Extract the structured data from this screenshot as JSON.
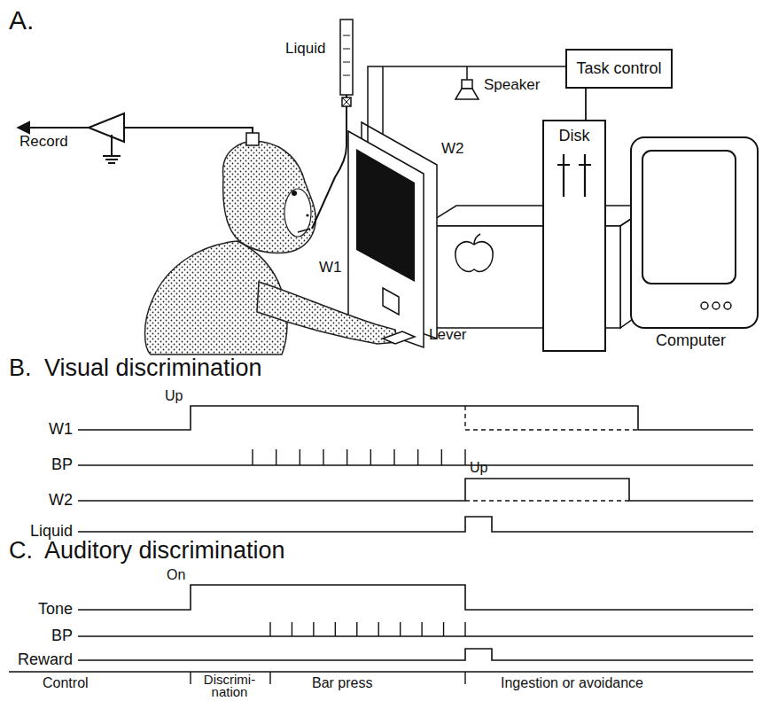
{
  "diagram": {
    "nodes": [
      {
        "text": [
          "Task control"
        ]
      },
      {
        "text": [
          "Disk"
        ]
      }
    ],
    "edges": [
      {
        "from": 0,
        "to": 1,
        "arrow": "none"
      }
    ],
    "labels": [
      "A.",
      "Liquid",
      "Speaker",
      "Record",
      "W2",
      "W1",
      "Lever",
      "Computer",
      "B.",
      "Visual discrimination",
      "Up",
      "W1",
      "BP",
      "Up",
      "W2",
      "Liquid",
      "C.",
      "Auditory discrimination",
      "On",
      "Tone",
      "BP",
      "Reward",
      "Control",
      "Discrimi- nation",
      "Bar press",
      "Ingestion or avoidance"
    ]
  }
}
